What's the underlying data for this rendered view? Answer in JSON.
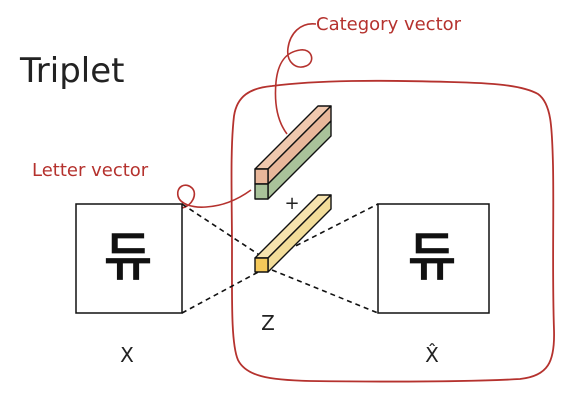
{
  "title": "Triplet",
  "labels": {
    "category_vector": "Category vector",
    "letter_vector": "Letter vector",
    "plus": "+",
    "input": "X",
    "latent": "Z",
    "output": "X̂"
  },
  "glyphs": {
    "input": "듀",
    "output": "듀"
  },
  "colors": {
    "annotation": "#b5322e",
    "category_top": "#e9b79a",
    "category_bottom": "#a9c29a",
    "letter": "#f2dd9a",
    "letter_face": "#f5c95a",
    "outline": "#111111"
  }
}
